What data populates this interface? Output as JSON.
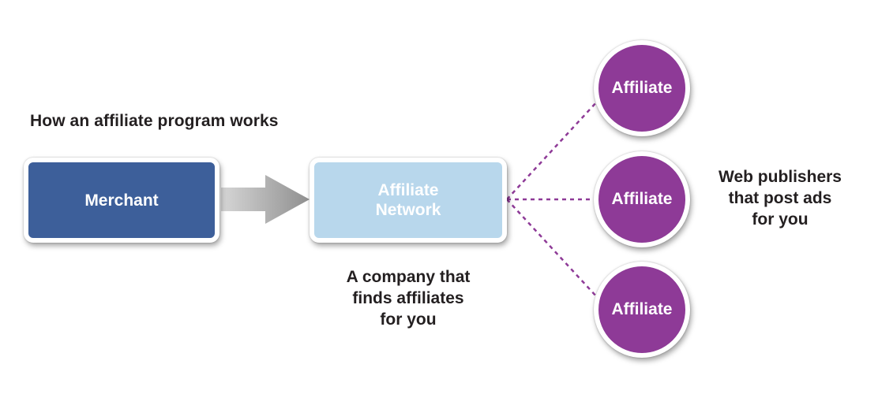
{
  "title": "How an affiliate program works",
  "merchant": {
    "label": "Merchant"
  },
  "network": {
    "label_line1": "Affiliate",
    "label_line2": "Network",
    "caption_line1": "A company that",
    "caption_line2": "finds affiliates",
    "caption_line3": "for you"
  },
  "affiliates": [
    {
      "label": "Affiliate"
    },
    {
      "label": "Affiliate"
    },
    {
      "label": "Affiliate"
    }
  ],
  "affiliates_caption": {
    "line1": "Web publishers",
    "line2": "that post ads",
    "line3": "for you"
  },
  "colors": {
    "merchant": "#3d5f9a",
    "network": "#b8d7ec",
    "affiliate": "#8e3a97",
    "arrow": "#9a9a9a",
    "connector": "#8e3a97"
  }
}
